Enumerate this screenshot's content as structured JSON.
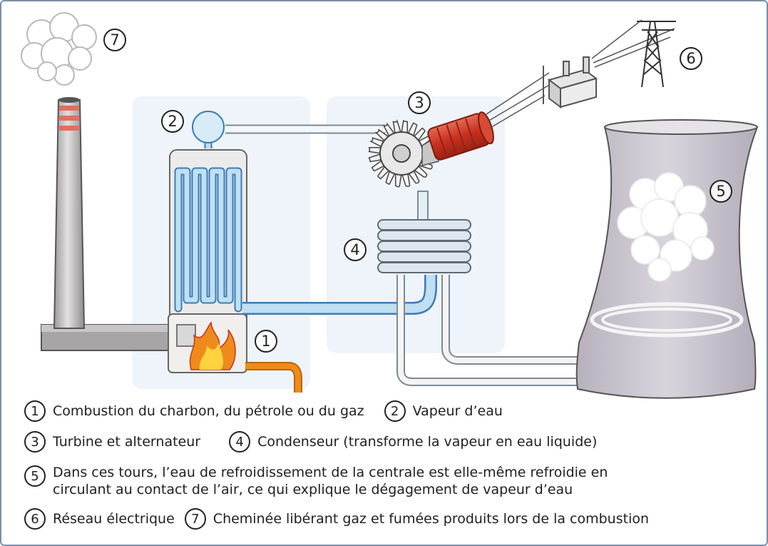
{
  "markers": [
    "1",
    "2",
    "3",
    "4",
    "5",
    "6",
    "7"
  ],
  "legend": {
    "item1": {
      "num": "1",
      "text": "Combustion du charbon, du pétrole ou du gaz"
    },
    "item2": {
      "num": "2",
      "text": "Vapeur d’eau"
    },
    "item3": {
      "num": "3",
      "text": "Turbine et alternateur"
    },
    "item4": {
      "num": "4",
      "text": "Condenseur (transforme la vapeur en eau liquide)"
    },
    "item5": {
      "num": "5",
      "line1": "Dans ces tours, l’eau de refroidissement de la centrale est elle-même refroidie en",
      "line2": "circulant au contact de l’air, ce qui explique le dégagement de vapeur d’eau"
    },
    "item6": {
      "num": "6",
      "text": "Réseau électrique"
    },
    "item7": {
      "num": "7",
      "text": "Cheminée libérant gaz et fumées produits lors de la combustion"
    }
  },
  "colors": {
    "steam_pipe": "#bfe0f2",
    "water_pipe": "#5b9fd6",
    "turbine_red": "#d5432f",
    "fire_orange": "#f08a1c",
    "tower_grey": "#c9c3cd",
    "chimney_stripe": "#e36e5e"
  }
}
